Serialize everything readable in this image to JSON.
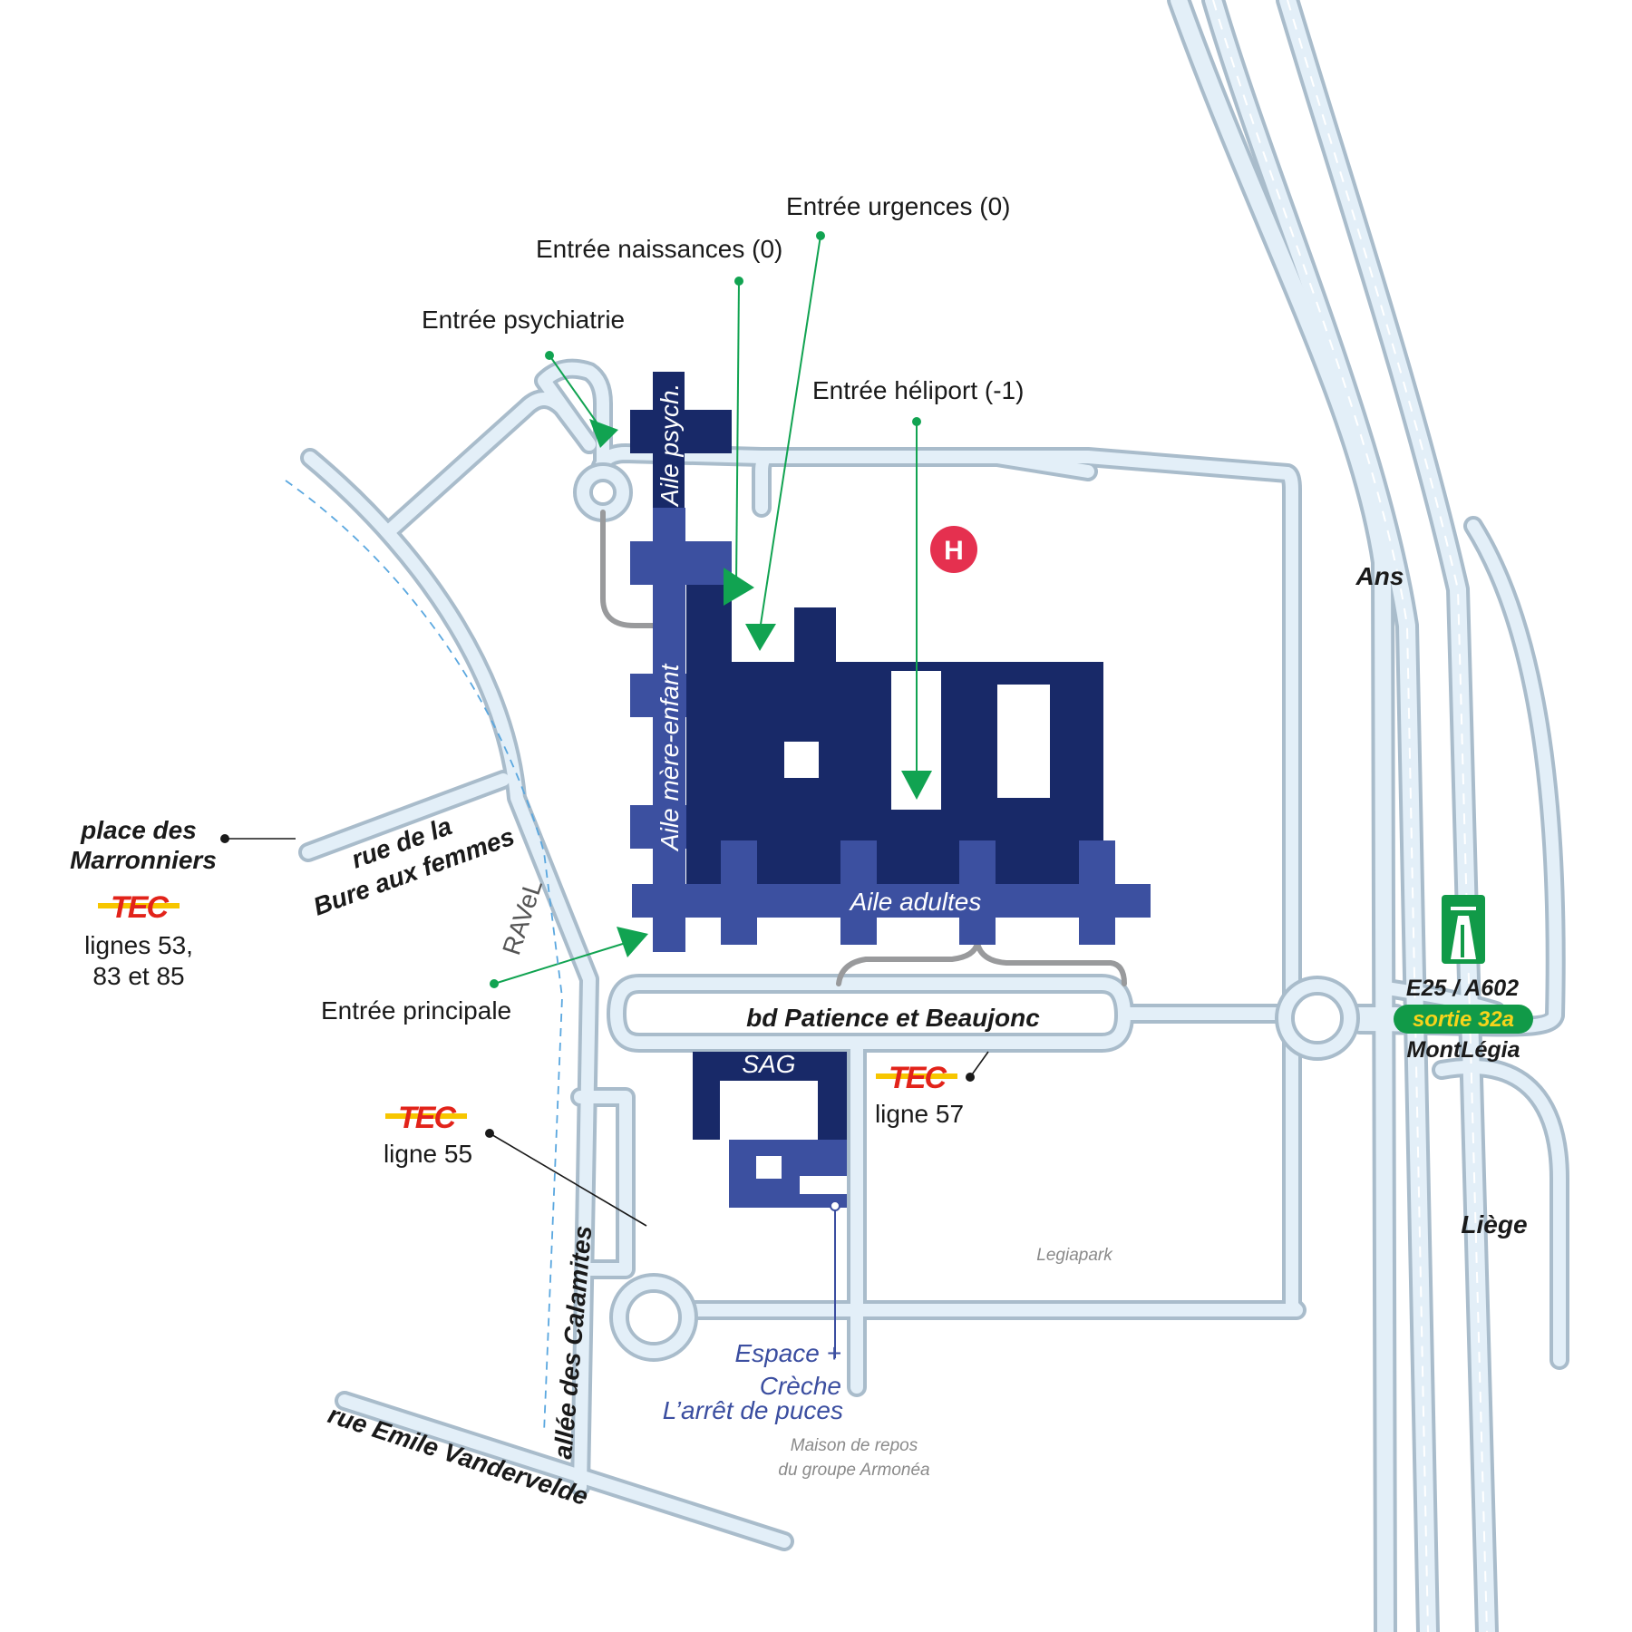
{
  "entrances": {
    "psychiatrie": "Entrée psychiatrie",
    "naissances": "Entrée naissances (0)",
    "urgences": "Entrée urgences (0)",
    "heliport": "Entrée héliport (-1)",
    "principale": "Entrée principale"
  },
  "wings": {
    "psych": "Aile psych.",
    "mere_enfant": "Aile mère-enfant",
    "adultes": "Aile adultes",
    "sag": "SAG"
  },
  "hospital_symbol": "H",
  "streets": {
    "bd": "bd Patience et Beaujonc",
    "bure_line1": "rue de la",
    "bure_line2": "Bure aux femmes",
    "calamites": "allée des Calamites",
    "vandervelde": "rue Emile Vandervelde",
    "ravel": "RAVeL"
  },
  "places": {
    "marronniers_line1": "place des",
    "marronniers_line2": "Marronniers",
    "ans": "Ans",
    "liege": "Liège",
    "legiapark": "Legiapark",
    "repos_line1": "Maison de repos",
    "repos_line2": "du groupe Armonéa"
  },
  "services": {
    "espace_line1": "Espace +",
    "espace_line2": "Crèche",
    "espace_line3": "L’arrêt de puces"
  },
  "bus": {
    "logo": "TEC",
    "marronniers_line1": "lignes 53,",
    "marronniers_line2": "83 et 85",
    "stop_55": "ligne 55",
    "stop_57": "ligne 57"
  },
  "motorway": {
    "road": "E25 / A602",
    "exit": "sortie 32a",
    "name": "MontLégia"
  },
  "colors": {
    "building_dark": "#182968",
    "building_mid": "#3c50a0",
    "entrance_arrow": "#11a351",
    "road_fill": "#e3eff8",
    "road_edge": "#a9bccb",
    "tec_red": "#e2231a",
    "tec_yellow": "#f7c600",
    "hospital_red": "#e5304f",
    "motorway_green": "#119a48"
  }
}
